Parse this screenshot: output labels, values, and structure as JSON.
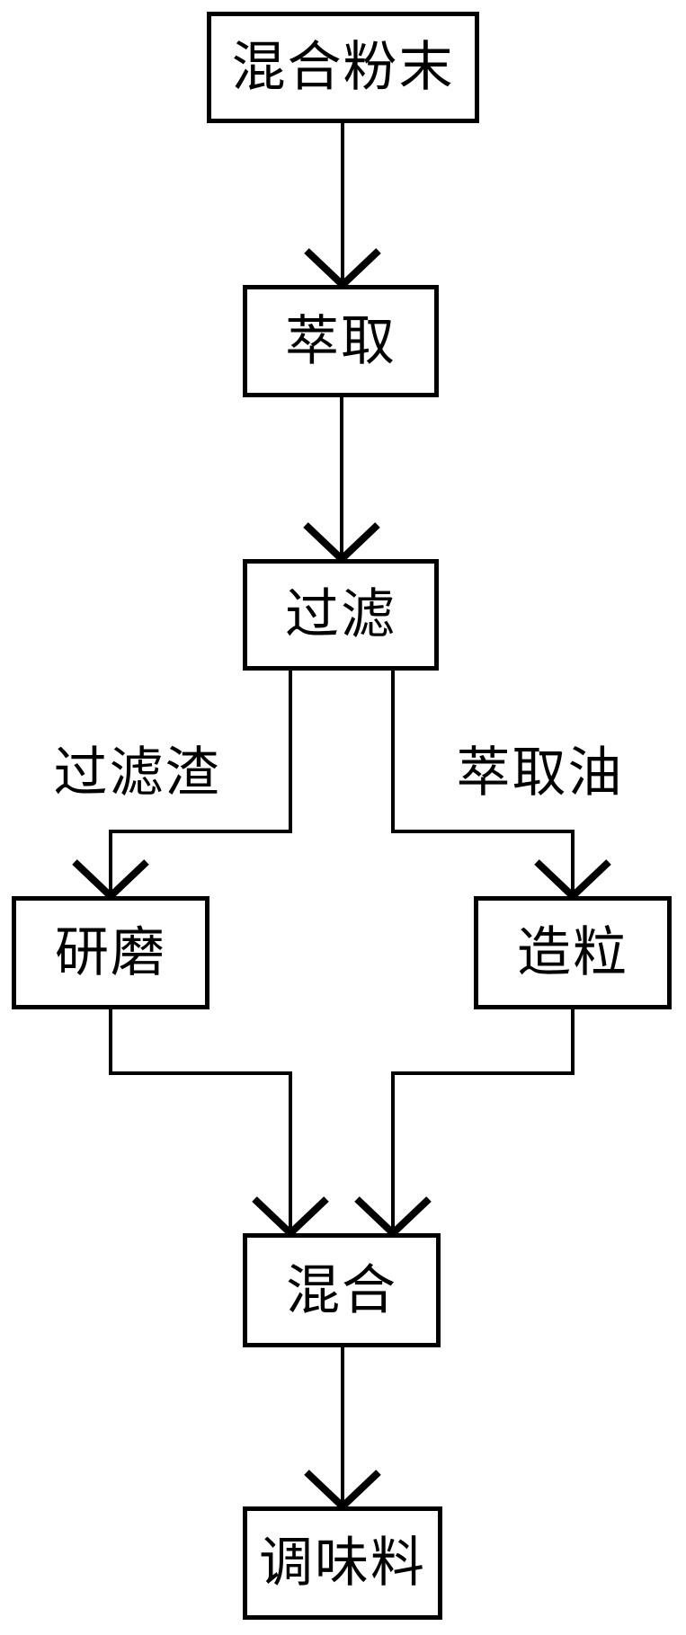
{
  "diagram": {
    "type": "flowchart",
    "background_color": "#ffffff",
    "line_color": "#000000",
    "nodes": [
      {
        "id": "mixed-powder",
        "label": "混合粉末"
      },
      {
        "id": "extraction",
        "label": "萃取"
      },
      {
        "id": "filtration",
        "label": "过滤"
      },
      {
        "id": "grinding",
        "label": "研磨"
      },
      {
        "id": "granulation",
        "label": "造粒"
      },
      {
        "id": "mixing",
        "label": "混合"
      },
      {
        "id": "seasoning",
        "label": "调味料"
      }
    ],
    "edge_labels": [
      {
        "id": "filter-residue",
        "label": "过滤渣"
      },
      {
        "id": "extraction-oil",
        "label": "萃取油"
      }
    ],
    "edges": [
      {
        "from": "mixed-powder",
        "to": "extraction",
        "label": ""
      },
      {
        "from": "extraction",
        "to": "filtration",
        "label": ""
      },
      {
        "from": "filtration",
        "to": "grinding",
        "label": "过滤渣"
      },
      {
        "from": "filtration",
        "to": "granulation",
        "label": "萃取油"
      },
      {
        "from": "grinding",
        "to": "mixing",
        "label": ""
      },
      {
        "from": "granulation",
        "to": "mixing",
        "label": ""
      },
      {
        "from": "mixing",
        "to": "seasoning",
        "label": ""
      }
    ]
  }
}
